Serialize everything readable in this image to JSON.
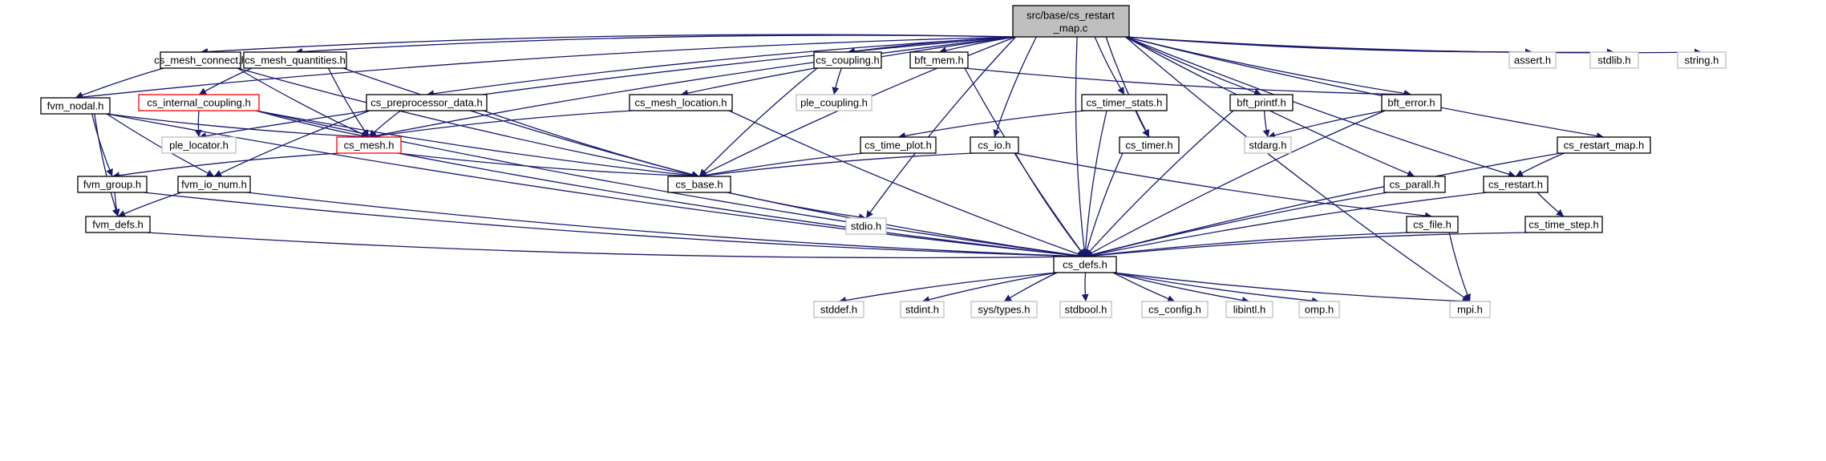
{
  "colors": {
    "edge": "#191970",
    "box_border": "#000000",
    "box_border_gray": "#bfbfbf",
    "box_border_red": "#ff0000",
    "root_fill": "#bfbfbf",
    "text": "#000000",
    "text_gray": "#000000"
  },
  "root": {
    "line1": "src/base/cs_restart",
    "line2": "_map.c"
  },
  "nodes": [
    {
      "id": "cs_mesh_connect",
      "label": "cs_mesh_connect.h",
      "style": "normal"
    },
    {
      "id": "cs_mesh_quantities",
      "label": "cs_mesh_quantities.h",
      "style": "normal"
    },
    {
      "id": "cs_coupling",
      "label": "cs_coupling.h",
      "style": "normal"
    },
    {
      "id": "bft_mem",
      "label": "bft_mem.h",
      "style": "normal"
    },
    {
      "id": "assert",
      "label": "assert.h",
      "style": "gray"
    },
    {
      "id": "stdlib",
      "label": "stdlib.h",
      "style": "gray"
    },
    {
      "id": "string",
      "label": "string.h",
      "style": "gray"
    },
    {
      "id": "fvm_nodal",
      "label": "fvm_nodal.h",
      "style": "normal"
    },
    {
      "id": "cs_internal_coupling",
      "label": "cs_internal_coupling.h",
      "style": "red"
    },
    {
      "id": "cs_preprocessor_data",
      "label": "cs_preprocessor_data.h",
      "style": "normal"
    },
    {
      "id": "ple_coupling",
      "label": "ple_coupling.h",
      "style": "gray"
    },
    {
      "id": "cs_mesh_location",
      "label": "cs_mesh_location.h",
      "style": "normal"
    },
    {
      "id": "cs_timer_stats",
      "label": "cs_timer_stats.h",
      "style": "normal"
    },
    {
      "id": "bft_printf",
      "label": "bft_printf.h",
      "style": "normal"
    },
    {
      "id": "bft_error",
      "label": "bft_error.h",
      "style": "normal"
    },
    {
      "id": "ple_locator",
      "label": "ple_locator.h",
      "style": "gray"
    },
    {
      "id": "cs_mesh",
      "label": "cs_mesh.h",
      "style": "red"
    },
    {
      "id": "cs_time_plot",
      "label": "cs_time_plot.h",
      "style": "normal"
    },
    {
      "id": "cs_io",
      "label": "cs_io.h",
      "style": "normal"
    },
    {
      "id": "cs_timer",
      "label": "cs_timer.h",
      "style": "normal"
    },
    {
      "id": "stdarg",
      "label": "stdarg.h",
      "style": "gray"
    },
    {
      "id": "cs_restart_map",
      "label": "cs_restart_map.h",
      "style": "normal"
    },
    {
      "id": "fvm_group",
      "label": "fvm_group.h",
      "style": "normal"
    },
    {
      "id": "fvm_io_num",
      "label": "fvm_io_num.h",
      "style": "normal"
    },
    {
      "id": "cs_base",
      "label": "cs_base.h",
      "style": "normal"
    },
    {
      "id": "cs_parall",
      "label": "cs_parall.h",
      "style": "normal"
    },
    {
      "id": "cs_restart",
      "label": "cs_restart.h",
      "style": "normal"
    },
    {
      "id": "fvm_defs",
      "label": "fvm_defs.h",
      "style": "normal"
    },
    {
      "id": "stdio",
      "label": "stdio.h",
      "style": "gray"
    },
    {
      "id": "cs_file",
      "label": "cs_file.h",
      "style": "normal"
    },
    {
      "id": "cs_time_step",
      "label": "cs_time_step.h",
      "style": "normal"
    },
    {
      "id": "cs_defs",
      "label": "cs_defs.h",
      "style": "normal"
    },
    {
      "id": "stddef",
      "label": "stddef.h",
      "style": "gray"
    },
    {
      "id": "stdint",
      "label": "stdint.h",
      "style": "gray"
    },
    {
      "id": "sys_types",
      "label": "sys/types.h",
      "style": "gray"
    },
    {
      "id": "stdbool",
      "label": "stdbool.h",
      "style": "gray"
    },
    {
      "id": "cs_config",
      "label": "cs_config.h",
      "style": "gray"
    },
    {
      "id": "libintl",
      "label": "libintl.h",
      "style": "gray"
    },
    {
      "id": "omp",
      "label": "omp.h",
      "style": "gray"
    },
    {
      "id": "mpi",
      "label": "mpi.h",
      "style": "gray"
    }
  ],
  "edges": [
    [
      "root",
      "cs_mesh_connect"
    ],
    [
      "root",
      "cs_mesh_quantities"
    ],
    [
      "root",
      "cs_coupling"
    ],
    [
      "root",
      "bft_mem"
    ],
    [
      "root",
      "assert"
    ],
    [
      "root",
      "stdlib"
    ],
    [
      "root",
      "string"
    ],
    [
      "root",
      "fvm_nodal"
    ],
    [
      "root",
      "cs_preprocessor_data"
    ],
    [
      "root",
      "cs_mesh_location"
    ],
    [
      "root",
      "cs_timer_stats"
    ],
    [
      "root",
      "bft_printf"
    ],
    [
      "root",
      "bft_error"
    ],
    [
      "root",
      "ple_locator"
    ],
    [
      "root",
      "cs_mesh"
    ],
    [
      "root",
      "cs_io"
    ],
    [
      "root",
      "cs_timer"
    ],
    [
      "root",
      "cs_restart_map"
    ],
    [
      "root",
      "cs_base"
    ],
    [
      "root",
      "cs_parall"
    ],
    [
      "root",
      "cs_restart"
    ],
    [
      "root",
      "stdio"
    ],
    [
      "root",
      "cs_defs"
    ],
    [
      "root",
      "mpi"
    ],
    [
      "cs_mesh_connect",
      "fvm_nodal"
    ],
    [
      "cs_mesh_connect",
      "cs_mesh"
    ],
    [
      "cs_mesh_connect",
      "cs_base"
    ],
    [
      "cs_mesh_quantities",
      "cs_internal_coupling"
    ],
    [
      "cs_mesh_quantities",
      "cs_mesh"
    ],
    [
      "cs_mesh_quantities",
      "cs_base"
    ],
    [
      "cs_coupling",
      "ple_coupling"
    ],
    [
      "cs_coupling",
      "cs_base"
    ],
    [
      "bft_mem",
      "bft_error"
    ],
    [
      "bft_mem",
      "cs_defs"
    ],
    [
      "fvm_nodal",
      "cs_mesh"
    ],
    [
      "fvm_nodal",
      "fvm_group"
    ],
    [
      "fvm_nodal",
      "fvm_io_num"
    ],
    [
      "fvm_nodal",
      "fvm_defs"
    ],
    [
      "fvm_nodal",
      "cs_defs"
    ],
    [
      "cs_internal_coupling",
      "ple_locator"
    ],
    [
      "cs_internal_coupling",
      "cs_mesh"
    ],
    [
      "cs_internal_coupling",
      "cs_base"
    ],
    [
      "cs_internal_coupling",
      "cs_defs"
    ],
    [
      "cs_preprocessor_data",
      "cs_mesh"
    ],
    [
      "cs_preprocessor_data",
      "cs_base"
    ],
    [
      "cs_preprocessor_data",
      "fvm_io_num"
    ],
    [
      "cs_mesh_location",
      "cs_mesh"
    ],
    [
      "cs_mesh_location",
      "cs_defs"
    ],
    [
      "cs_timer_stats",
      "cs_time_plot"
    ],
    [
      "cs_timer_stats",
      "cs_timer"
    ],
    [
      "cs_timer_stats",
      "cs_defs"
    ],
    [
      "bft_printf",
      "stdarg"
    ],
    [
      "bft_printf",
      "cs_defs"
    ],
    [
      "bft_error",
      "stdarg"
    ],
    [
      "bft_error",
      "cs_defs"
    ],
    [
      "cs_mesh",
      "fvm_group"
    ],
    [
      "cs_mesh",
      "cs_base"
    ],
    [
      "cs_mesh",
      "cs_defs"
    ],
    [
      "cs_time_plot",
      "cs_base"
    ],
    [
      "cs_io",
      "cs_base"
    ],
    [
      "cs_io",
      "cs_file"
    ],
    [
      "cs_io",
      "cs_defs"
    ],
    [
      "cs_timer",
      "cs_defs"
    ],
    [
      "cs_restart_map",
      "cs_restart"
    ],
    [
      "cs_restart_map",
      "cs_defs"
    ],
    [
      "fvm_group",
      "fvm_defs"
    ],
    [
      "fvm_group",
      "cs_defs"
    ],
    [
      "fvm_io_num",
      "fvm_defs"
    ],
    [
      "fvm_io_num",
      "cs_defs"
    ],
    [
      "cs_base",
      "stdio"
    ],
    [
      "cs_base",
      "cs_defs"
    ],
    [
      "cs_parall",
      "cs_defs"
    ],
    [
      "cs_restart",
      "cs_time_step"
    ],
    [
      "cs_restart",
      "cs_defs"
    ],
    [
      "fvm_defs",
      "cs_defs"
    ],
    [
      "cs_file",
      "cs_defs"
    ],
    [
      "cs_file",
      "mpi"
    ],
    [
      "cs_time_step",
      "cs_defs"
    ],
    [
      "cs_defs",
      "stddef"
    ],
    [
      "cs_defs",
      "stdint"
    ],
    [
      "cs_defs",
      "sys_types"
    ],
    [
      "cs_defs",
      "stdbool"
    ],
    [
      "cs_defs",
      "cs_config"
    ],
    [
      "cs_defs",
      "libintl"
    ],
    [
      "cs_defs",
      "omp"
    ],
    [
      "cs_defs",
      "mpi"
    ]
  ]
}
